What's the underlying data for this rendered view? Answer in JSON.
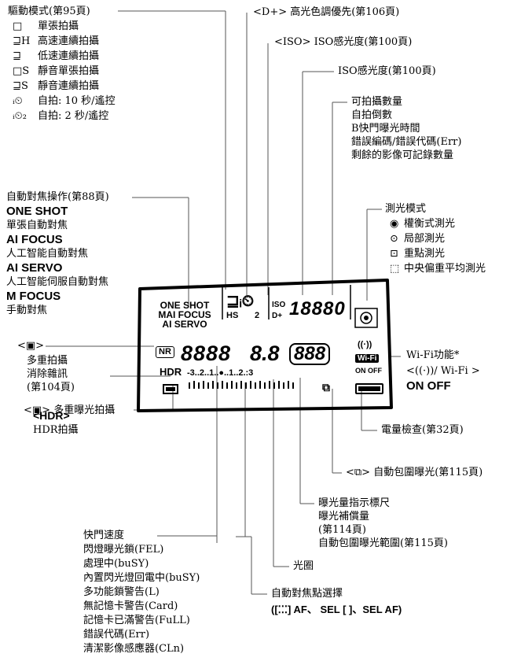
{
  "drive_mode": {
    "title": "驅動模式(第95頁)",
    "items": [
      {
        "icon": "single-shot-icon",
        "glyph": "□",
        "label": "單張拍攝"
      },
      {
        "icon": "high-speed-continuous-icon",
        "glyph": "⊒H",
        "label": "高速連續拍攝"
      },
      {
        "icon": "low-speed-continuous-icon",
        "glyph": "⊒",
        "label": "低速連續拍攝"
      },
      {
        "icon": "silent-single-icon",
        "glyph": "□S",
        "label": "靜音單張拍攝"
      },
      {
        "icon": "silent-continuous-icon",
        "glyph": "⊒S",
        "label": "靜音連續拍攝"
      },
      {
        "icon": "self-timer-10s-icon",
        "glyph": "ᵢ⏲",
        "label": "自拍: 10 秒/遙控"
      },
      {
        "icon": "self-timer-2s-icon",
        "glyph": "ᵢ⏲₂",
        "label": "自拍: 2 秒/遙控"
      }
    ]
  },
  "top_labels": {
    "d_plus": "<D+> 高光色調優先(第106頁)",
    "iso_speed_indicator": "<ISO> ISO感光度(第100頁)",
    "iso_speed": "ISO感光度(第100頁)"
  },
  "shots_remaining": {
    "lines": [
      "可拍攝數量",
      "自拍倒數",
      "B快門曝光時間",
      "錯誤編碼/錯誤代碼(Err)",
      "剩餘的影像可記錄數量"
    ]
  },
  "metering": {
    "title": "測光模式",
    "items": [
      {
        "icon": "evaluative-metering-icon",
        "glyph": "◉",
        "label": "權衡式測光"
      },
      {
        "icon": "partial-metering-icon",
        "glyph": "⊙",
        "label": "局部測光"
      },
      {
        "icon": "spot-metering-icon",
        "glyph": "⊡",
        "label": "重點測光"
      },
      {
        "icon": "center-weighted-metering-icon",
        "glyph": "⬚",
        "label": "中央偏重平均測光"
      }
    ]
  },
  "af_operation": {
    "title": "自動對焦操作(第88頁)",
    "modes": [
      {
        "name": "ONE SHOT",
        "desc": "單張自動對焦"
      },
      {
        "name": "AI FOCUS",
        "desc": "人工智能自動對焦"
      },
      {
        "name": "AI SERVO",
        "desc": "人工智能伺服自動對焦"
      },
      {
        "name": "M FOCUS",
        "desc": "手動對焦"
      }
    ]
  },
  "multi_shot_nr": {
    "symbol": "<▣>",
    "lines": [
      "多重拍攝",
      "消除雜訊",
      "(第104頁)"
    ]
  },
  "hdr": {
    "symbol": "<HDR>",
    "desc": "HDR拍攝"
  },
  "multiple_exposure": "<▣> 多重曝光拍攝",
  "wifi": {
    "title": "Wi-Fi功能*",
    "symbol_line": "<((·))/ Wi-Fi >",
    "on_off": "ON OFF"
  },
  "battery": "電量檢查(第32頁)",
  "aeb": "<⧉> 自動包圍曝光(第115頁)",
  "exposure_level": {
    "lines": [
      "曝光量指示標尺",
      "曝光補償量",
      "(第114頁)",
      "自動包圍曝光範圍(第115頁)"
    ]
  },
  "shutter_speed": {
    "lines": [
      "快門速度",
      "閃燈曝光鎖(FEL)",
      "處理中(buSY)",
      "內置閃光燈回電中(buSY)",
      "多功能鎖警告(L)",
      "無記憶卡警告(Card)",
      "記憶卡已滿警告(FuLL)",
      "錯誤代碼(Err)",
      "清潔影像感應器(CLn)"
    ]
  },
  "aperture": "光圈",
  "af_point": {
    "title": "自動對焦點選擇",
    "options": "([⁚⁚⁚] AF、 SEL [ ]、SEL AF)"
  },
  "lcd": {
    "af_lines": [
      "ONE SHOT",
      "MAI FOCUS",
      "AI SERVO"
    ],
    "hs": "HS",
    "two": "2",
    "iso": "ISO",
    "d_plus": "D+",
    "iso_digits": "18880",
    "nr": "NR",
    "hdr": "HDR",
    "shutter_digits": "8888",
    "aperture_digits": "8.8",
    "shots_digits": "888",
    "scale": "-3..2..1..●..1..2.:3",
    "wifi_badge": "Wi-Fi",
    "on_off": "ON OFF"
  },
  "colors": {
    "ink": "#000000",
    "line": "#555555",
    "lcd_border": "#000000"
  }
}
